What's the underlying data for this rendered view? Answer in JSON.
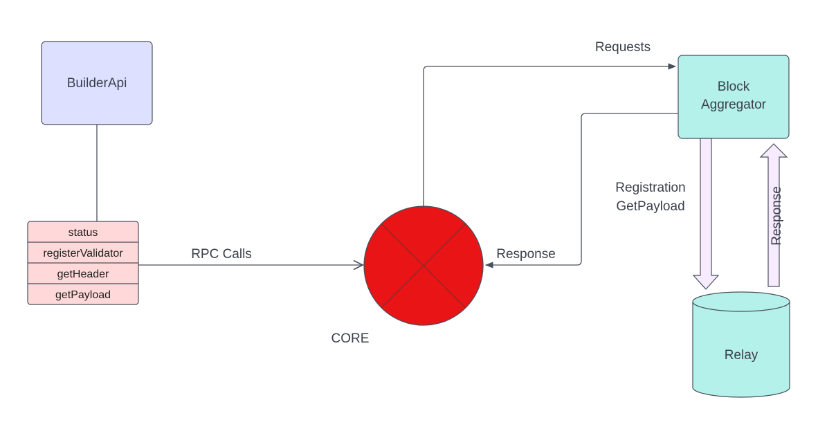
{
  "nodes": {
    "builder_api": {
      "label": "BuilderApi",
      "color": "#dee0ff"
    },
    "methods": {
      "color": "#ffd9d9",
      "items": [
        "status",
        "registerValidator",
        "getHeader",
        "getPayload"
      ]
    },
    "core": {
      "label": "CORE",
      "color": "#e81416"
    },
    "block_aggregator": {
      "label_line1": "Block",
      "label_line2": "Aggregator",
      "color": "#b4f1ea"
    },
    "relay": {
      "label": "Relay",
      "color": "#b4f1ea"
    }
  },
  "edges": {
    "rpc_calls": "RPC Calls",
    "requests": "Requests",
    "response_to_core": "Response",
    "registration": "Registration",
    "get_payload": "GetPayload",
    "response_from_relay": "Response"
  },
  "colors": {
    "line": "#4a4f5c",
    "arrow_fill": "#f7ebff",
    "text": "#3a3f4b"
  }
}
